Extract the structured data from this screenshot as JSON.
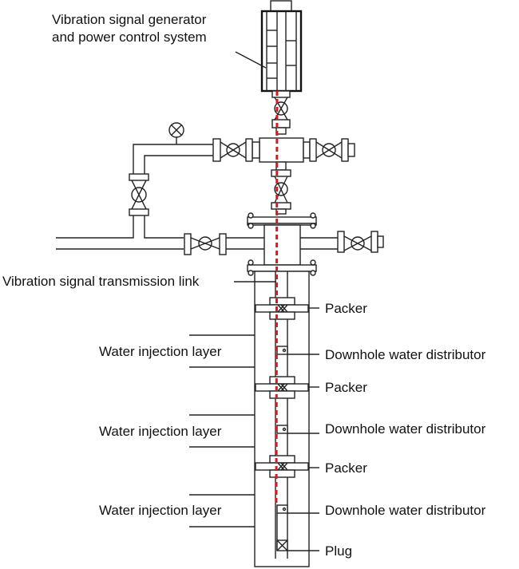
{
  "labels": {
    "generator_line1": "Vibration signal generator",
    "generator_line2": "and power control system",
    "transmission_link": "Vibration signal transmission link",
    "layers": [
      "Water injection layer",
      "Water injection layer",
      "Water injection layer"
    ],
    "packers": [
      "Packer",
      "Packer",
      "Packer"
    ],
    "distributors": [
      "Downhole water distributor",
      "Downhole water distributor",
      "Downhole water distributor"
    ],
    "plug": "Plug"
  },
  "colors": {
    "signal_link": "#d71920",
    "lines": "#222222"
  }
}
